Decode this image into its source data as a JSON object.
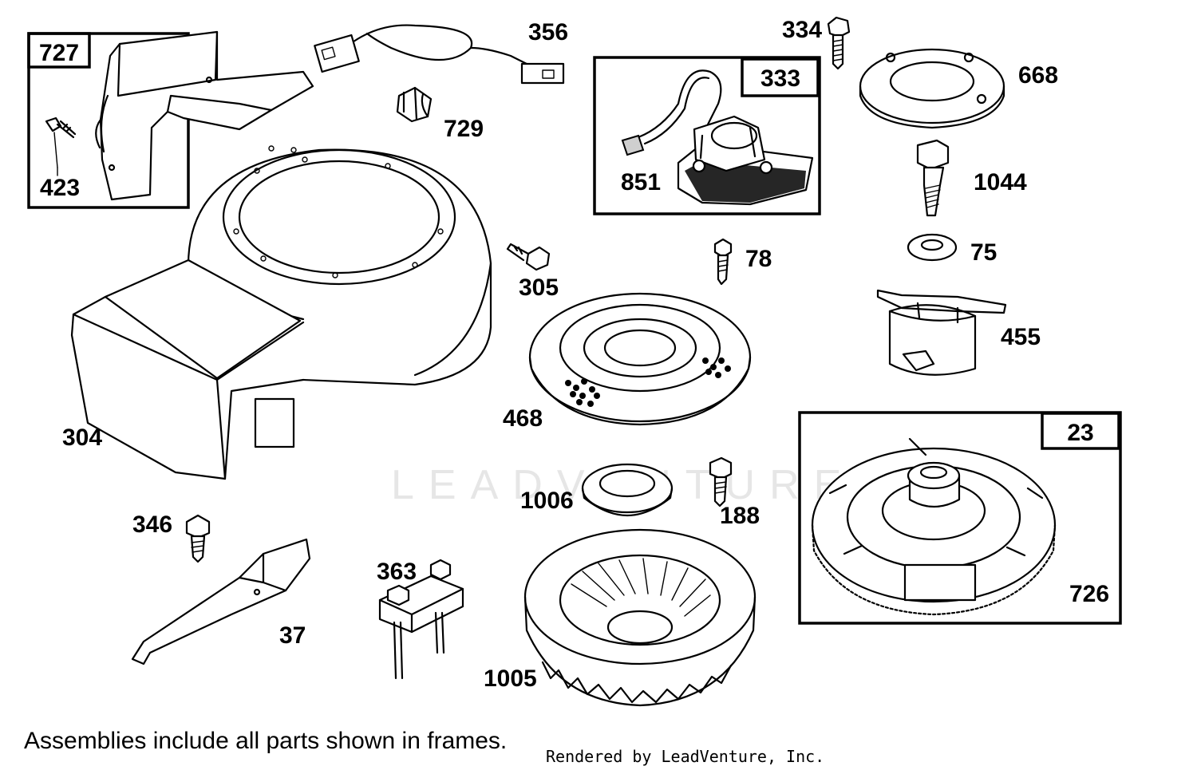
{
  "watermark": "LEADVENTURE",
  "footer": {
    "note": "Assemblies include all parts shown in frames.",
    "rendered_by": "Rendered by LeadVenture, Inc."
  },
  "frames": [
    {
      "id": "727"
    },
    {
      "id": "333"
    },
    {
      "id": "23"
    }
  ],
  "parts": [
    {
      "id": "727"
    },
    {
      "id": "423"
    },
    {
      "id": "356"
    },
    {
      "id": "729"
    },
    {
      "id": "333"
    },
    {
      "id": "851"
    },
    {
      "id": "334"
    },
    {
      "id": "668"
    },
    {
      "id": "1044"
    },
    {
      "id": "75"
    },
    {
      "id": "78"
    },
    {
      "id": "305"
    },
    {
      "id": "455"
    },
    {
      "id": "304"
    },
    {
      "id": "468"
    },
    {
      "id": "23"
    },
    {
      "id": "1006"
    },
    {
      "id": "188"
    },
    {
      "id": "346"
    },
    {
      "id": "363"
    },
    {
      "id": "37"
    },
    {
      "id": "1005"
    },
    {
      "id": "726"
    }
  ]
}
